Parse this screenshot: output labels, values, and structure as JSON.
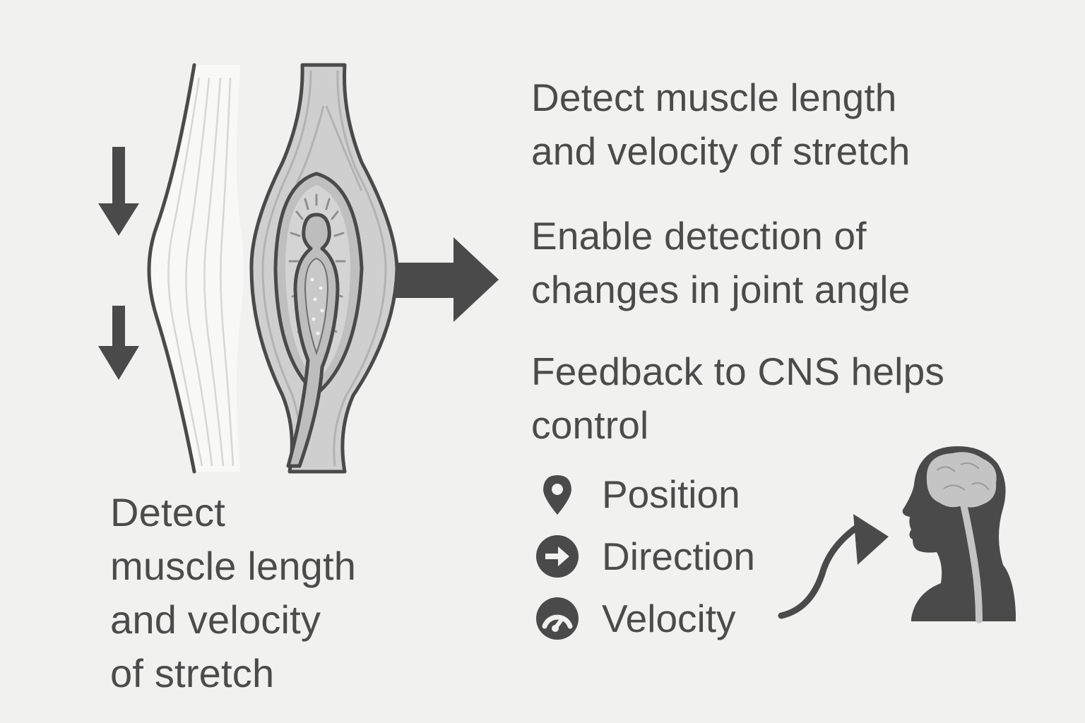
{
  "left_caption": {
    "lines": [
      "Detect",
      "muscle length",
      "and velocity",
      "of stretch"
    ]
  },
  "features": [
    {
      "lines": [
        "Detect muscle length",
        "and velocity of stretch"
      ]
    },
    {
      "lines": [
        "Enable detection of",
        "changes in joint angle"
      ]
    },
    {
      "lines": [
        "Feedback to CNS helps",
        "control"
      ]
    }
  ],
  "control_items": [
    {
      "label": "Position",
      "icon": "location-pin-icon"
    },
    {
      "label": "Direction",
      "icon": "arrow-circle-icon"
    },
    {
      "label": "Velocity",
      "icon": "speedometer-icon"
    }
  ],
  "colors": {
    "background": "#f1f1f0",
    "ink": "#4b4b4b",
    "muscle_fill": "#cfcfcf",
    "muscle_light": "#f7f7f7",
    "spindle_fill": "#b8b8b8",
    "brain_fill": "#c4c4c4"
  }
}
